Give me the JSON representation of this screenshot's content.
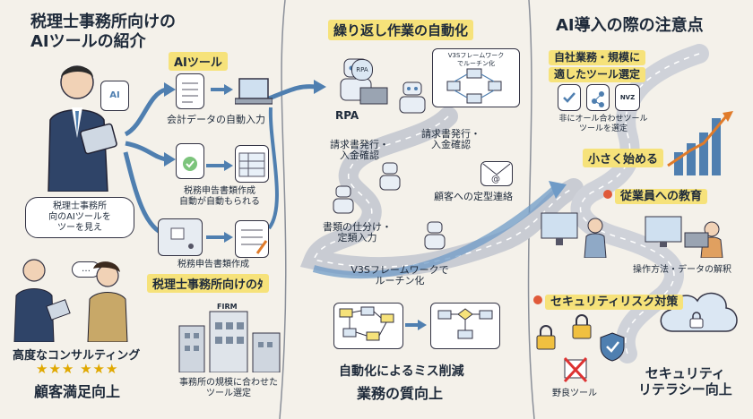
{
  "left": {
    "title": [
      "税理士事務所向けの",
      "AIツールの紹介"
    ],
    "ai_tool_label": "AIツール",
    "monitor_label": "AI",
    "flow1": "会計データの自動入力",
    "flow2a": "税務申告書類作成",
    "flow2b": "自動が自動もられる",
    "flow3": "税務申告書類作成",
    "tag_bottom": "税理士事務所向けのﾀ",
    "speech": [
      "税理士事務所",
      "向のAIツールを",
      "ツーを見え"
    ],
    "consult": "高度なコンサルティング",
    "stars": "★★★ ★★★",
    "satisfaction": "顧客満足向上",
    "firm_sign": "FIRM",
    "firm_caption": [
      "事務所の規模に合わせた",
      "ツール選定"
    ]
  },
  "middle": {
    "title": "繰り返し作業の自動化",
    "rpa_badge": "RPA",
    "rpa_label": "RPA",
    "diagram_box": [
      "V3Sフレームワーク",
      "でルーチン化"
    ],
    "invoice_a": [
      "請求書発行・",
      "入金確認"
    ],
    "invoice_b": [
      "請求書発行・",
      "入金確認"
    ],
    "customer": "顧客への定型連絡",
    "sort": [
      "書類の仕分け・",
      "定類入力"
    ],
    "framework": [
      "V3Sフレームワークで",
      "ルーチン化"
    ],
    "mistake": "自動化によるミス削減",
    "quality": "業務の質向上"
  },
  "right": {
    "title": "AI導入の際の注意点",
    "select": [
      "自社業務・規模に",
      "適したツール選定"
    ],
    "icon_label": "NVZ",
    "no_fit": [
      "非にオール合わせツール",
      "ツールを選定"
    ],
    "small_start": "小さく始める",
    "education": "従業員への教育",
    "education_caption": "操作方法・データの解釈",
    "security": "セキュリティリスク対策",
    "rogue": "野良ツール",
    "literacy": [
      "セキュリティ",
      "リテラシー向上"
    ]
  }
}
